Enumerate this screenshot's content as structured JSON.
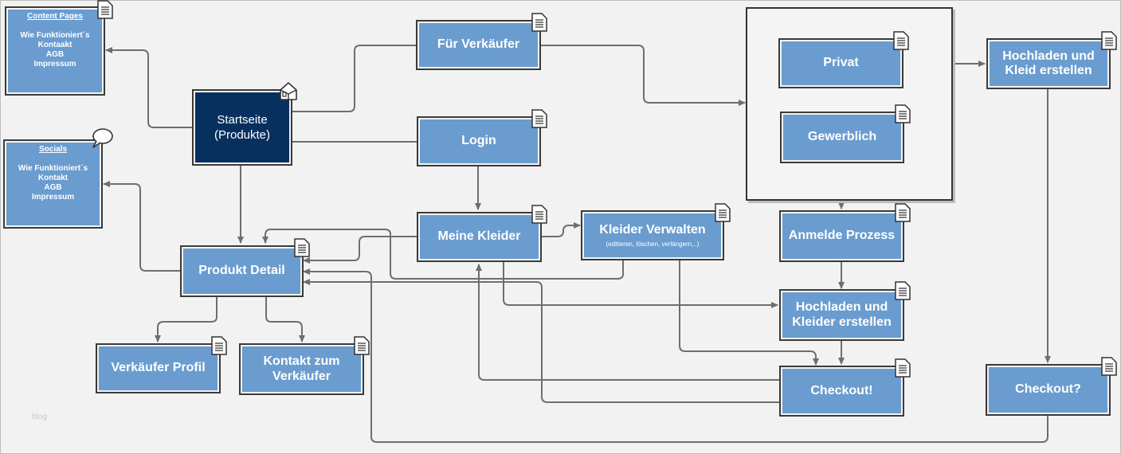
{
  "nodes": {
    "content_pages": {
      "title": "Content Pages",
      "lines": [
        "Wie Funktioniert´s",
        "Kontaakt",
        "AGB",
        "Impressum"
      ]
    },
    "socials": {
      "title": "Socials",
      "lines": [
        "Wie Funktioniert´s",
        "Kontakt",
        "AGB",
        "Impressum"
      ]
    },
    "startseite": {
      "line1": "Startseite",
      "line2": "(Produkte)"
    },
    "fuer_verkaeufer": "Für Verkäufer",
    "login": "Login",
    "meine_kleider": "Meine Kleider",
    "kleider_verwalten": {
      "label": "Kleider Verwalten",
      "sub": "(editieren, löschen, verlängern,..)"
    },
    "produkt_detail": "Produkt Detail",
    "verkaeufer_profil": "Verkäufer Profil",
    "kontakt_verkaeufer": {
      "line1": "Kontakt zum",
      "line2": "Verkäufer"
    },
    "privat": "Privat",
    "gewerblich": "Gewerblich",
    "anmelde_prozess": "Anmelde Prozess",
    "hochladen_kleider": {
      "line1": "Hochladen und",
      "line2": "Kleider erstellen"
    },
    "checkout_1": "Checkout!",
    "hochladen_kleid": {
      "line1": "Hochladen und",
      "line2": "Kleid erstellen"
    },
    "checkout_2": "Checkout?"
  },
  "watermark": "blog",
  "colors": {
    "node": "#6a9ccf",
    "start": "#08305e",
    "line": "#6e6e6e",
    "background": "#f2f2f2"
  }
}
